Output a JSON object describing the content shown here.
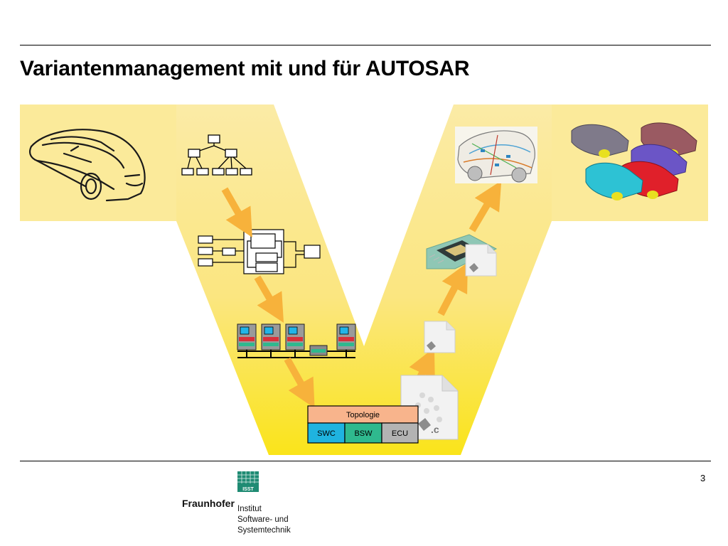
{
  "slide": {
    "title": "Variantenmanagement mit und für AUTOSAR",
    "page_number": "3"
  },
  "topology_box": {
    "header": "Topologie",
    "cells": [
      "SWC",
      "BSW",
      "ECU"
    ]
  },
  "file_icon": {
    "extension": ".c"
  },
  "logo": {
    "badge": "ISST",
    "brand": "Fraunhofer",
    "institute_lines": [
      "Institut",
      "Software- und",
      "Systemtechnik"
    ]
  },
  "colors": {
    "background_band": "#fbea9a",
    "arrow": "#f7b23b",
    "header_cell": "#f8b48c",
    "swc": "#1fb3e0",
    "bsw": "#2fb98e",
    "ecu": "#b3b3b3",
    "logo_green": "#1f8b73"
  }
}
